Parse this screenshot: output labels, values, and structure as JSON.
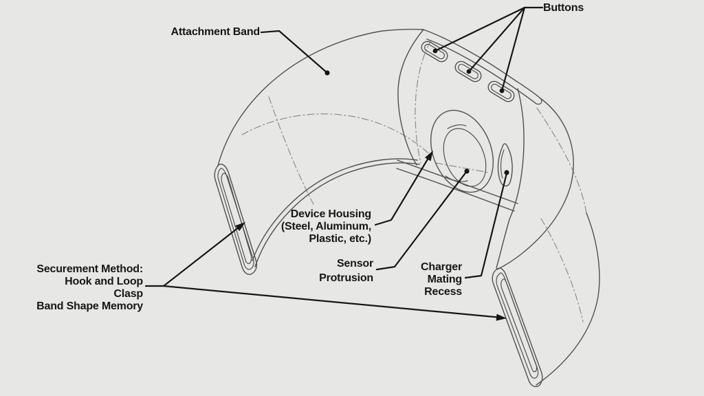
{
  "figure": {
    "kind": "patent-style line drawing of a wearable attachment band device",
    "colors": {
      "background": "#e7e7e5",
      "drawing_line": "#4f4f4f",
      "hidden_line": "#8c8c8c",
      "annotation": "#161616"
    },
    "annotations": {
      "attachment_band": {
        "lines": [
          "Attachment Band"
        ]
      },
      "buttons": {
        "lines": [
          "Buttons"
        ],
        "button_count": 3
      },
      "device_housing": {
        "lines": [
          "Device Housing",
          "(Steel, Aluminum,",
          "Plastic, etc.)"
        ]
      },
      "sensor_protrusion": {
        "lines": [
          "Sensor",
          "Protrusion"
        ]
      },
      "charger_mating_recess": {
        "lines": [
          "Charger",
          "Mating",
          "Recess"
        ]
      },
      "securement_method": {
        "lines": [
          "Securement Method:",
          "Hook and Loop",
          "Clasp",
          "Band Shape Memory"
        ]
      }
    }
  }
}
